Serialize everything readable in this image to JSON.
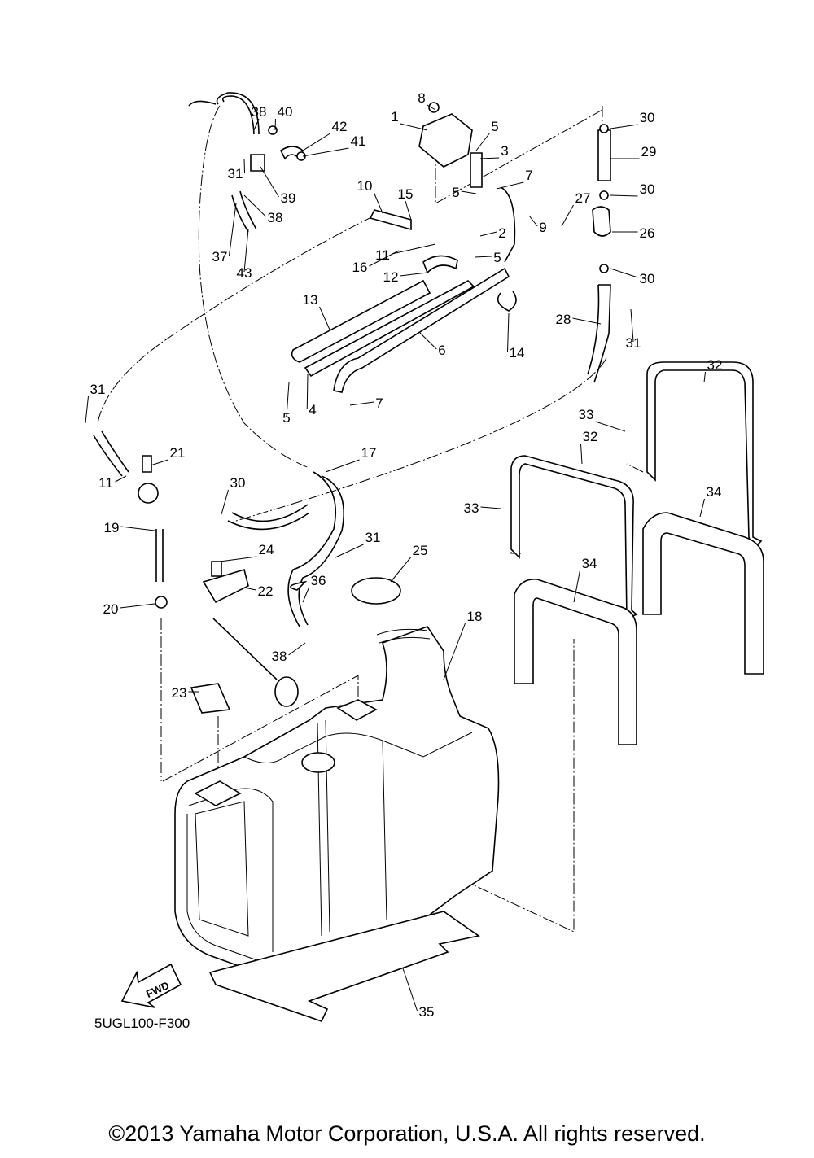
{
  "diagram_code": "5UGL100-F300",
  "fwd_label": "FWD",
  "copyright": "©2013 Yamaha Motor Corporation, U.S.A. All rights reserved.",
  "callouts": [
    "8",
    "1",
    "5",
    "3",
    "38",
    "40",
    "42",
    "41",
    "31",
    "39",
    "38",
    "37",
    "43",
    "10",
    "15",
    "5",
    "7",
    "9",
    "2",
    "11",
    "16",
    "5",
    "12",
    "30",
    "29",
    "30",
    "27",
    "26",
    "30",
    "28",
    "31",
    "13",
    "6",
    "14",
    "5",
    "4",
    "7",
    "31",
    "21",
    "11",
    "30",
    "19",
    "17",
    "31",
    "24",
    "22",
    "36",
    "25",
    "20",
    "18",
    "38",
    "23",
    "35",
    "32",
    "33",
    "32",
    "33",
    "34",
    "34"
  ]
}
